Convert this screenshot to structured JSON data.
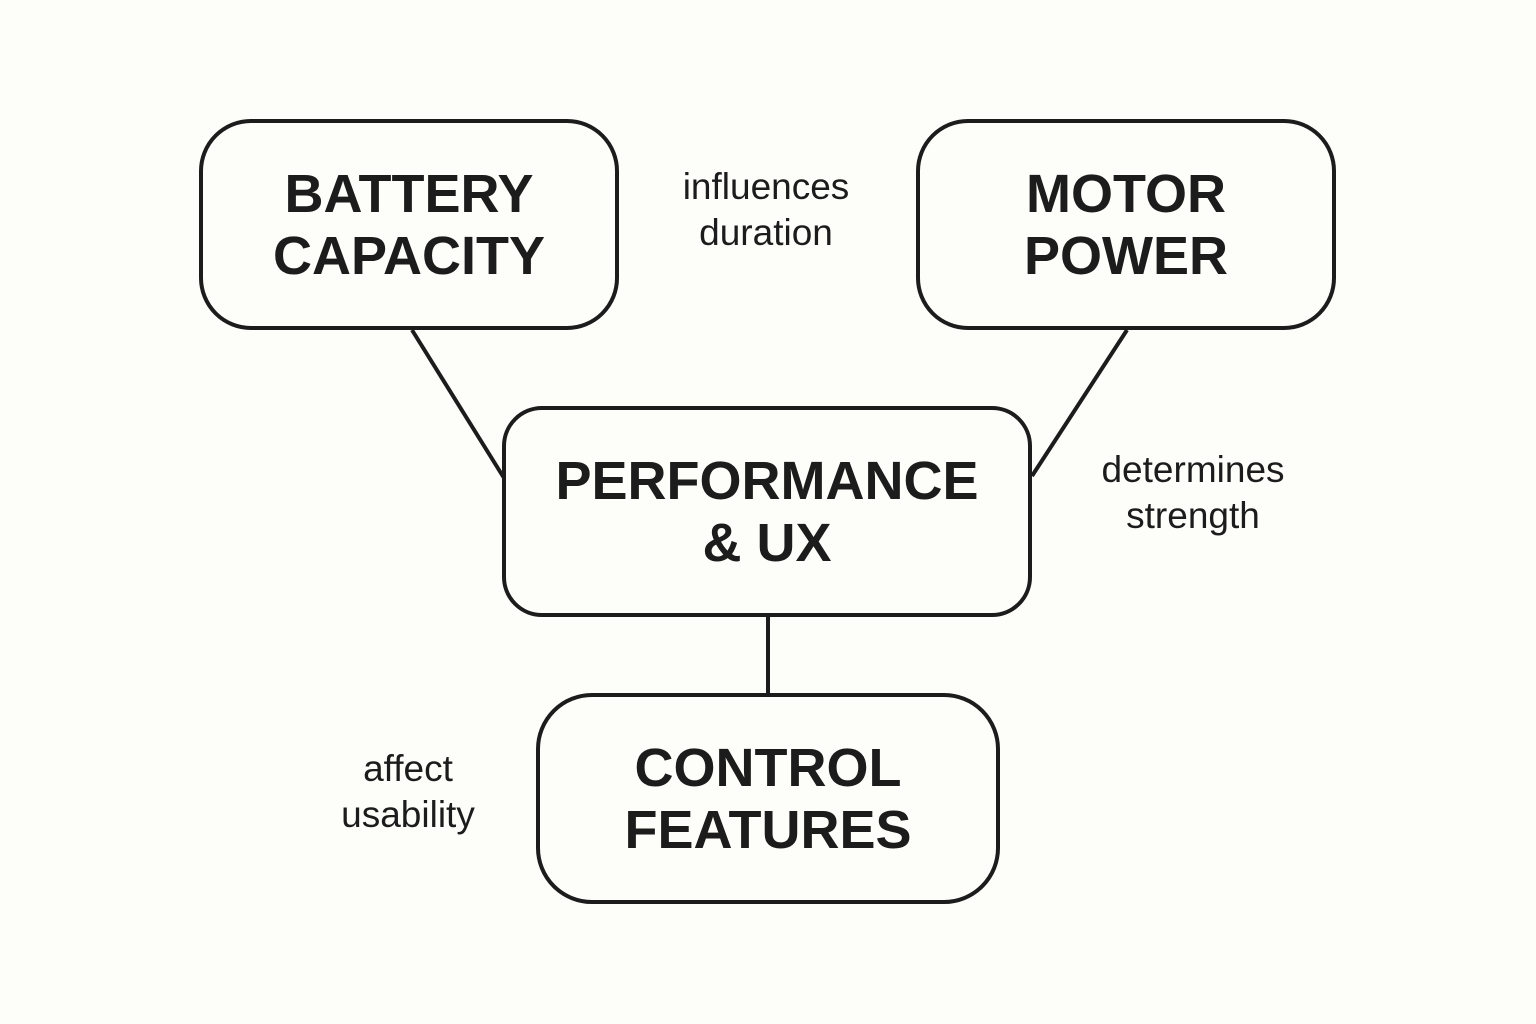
{
  "nodes": {
    "battery": {
      "line1": "BATTERY",
      "line2": "CAPACITY"
    },
    "motor": {
      "line1": "MOTOR",
      "line2": "POWER"
    },
    "performance": {
      "line1": "PERFORMANCE",
      "line2": "& UX"
    },
    "control": {
      "line1": "CONTROL",
      "line2": "FEATURES"
    }
  },
  "edge_labels": {
    "battery_performance": {
      "line1": "influences",
      "line2": "duration"
    },
    "motor_performance": {
      "line1": "determines",
      "line2": "strength"
    },
    "control_performance": {
      "line1": "affect",
      "line2": "usability"
    }
  },
  "colors": {
    "stroke": "#1c1c1c",
    "background": "#fdfdfa"
  }
}
